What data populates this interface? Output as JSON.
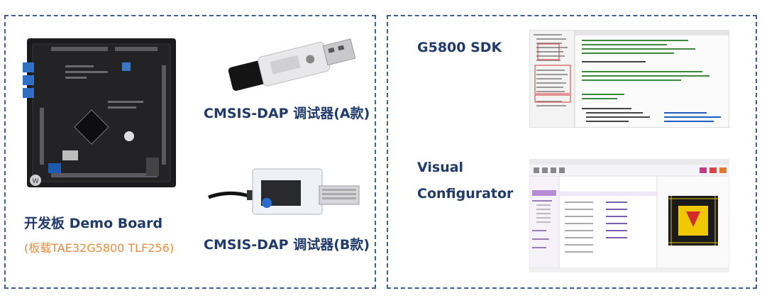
{
  "left": {
    "board_title": "开发板  Demo Board",
    "board_subtitle": "(板载TAE32G5800 TLF256)",
    "dap_a": "CMSIS-DAP 调试器(A款)",
    "dap_b": "CMSIS-DAP 调试器(B款)"
  },
  "right": {
    "sdk_title": "G5800 SDK",
    "visual_line1": "Visual",
    "visual_line2": "Configurator"
  },
  "colors": {
    "border": "#3f5f97",
    "title": "#1f3a6b",
    "subtitle": "#f08a3c"
  }
}
